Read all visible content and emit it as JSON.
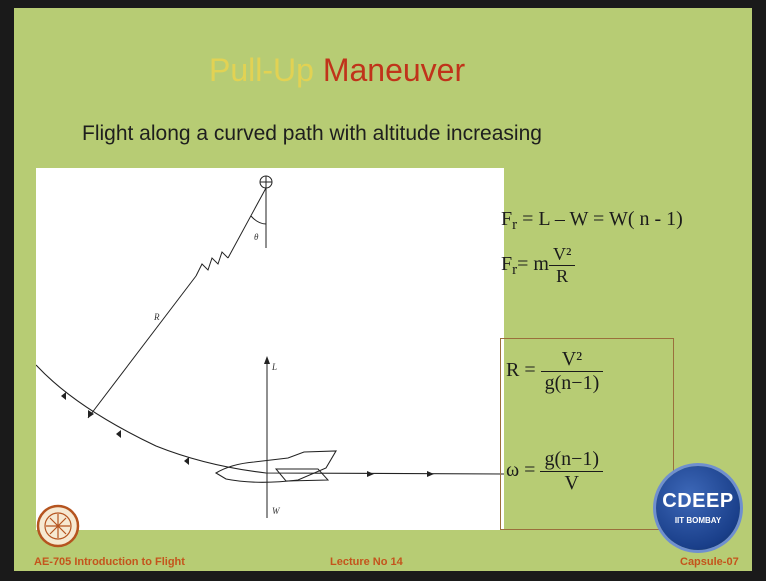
{
  "title": {
    "word1": "Pull-Up",
    "word2": "Maneuver"
  },
  "subtitle": "Flight along a curved path with altitude increasing",
  "diagram_labels": {
    "theta": "θ",
    "R": "R",
    "L": "L",
    "W": "W"
  },
  "equations": {
    "eq1_F": "F",
    "eq1_r": "r",
    "eq1_rhs": "= L – W = W( n - 1)",
    "eq2_F": "F",
    "eq2_r": "r",
    "eq2_m": "= m",
    "eq2_num": "V²",
    "eq2_den": "R",
    "eq3_lhs": "R =",
    "eq3_num": "V²",
    "eq3_den": "g(n−1)",
    "eq4_lhs": "ω  =",
    "eq4_num": "g(n−1)",
    "eq4_den": "V"
  },
  "footer": {
    "left": "AE-705 Introduction to Flight",
    "center": "Lecture No 14",
    "right": "Capsule-07"
  },
  "logo": {
    "text1": "CDEEP",
    "text2": "IIT BOMBAY"
  },
  "colors": {
    "slide_bg": "#b7cc74",
    "title_accent": "#c0331a",
    "footer_text": "#c4541c",
    "logo_blue": "#1a3f8a"
  }
}
